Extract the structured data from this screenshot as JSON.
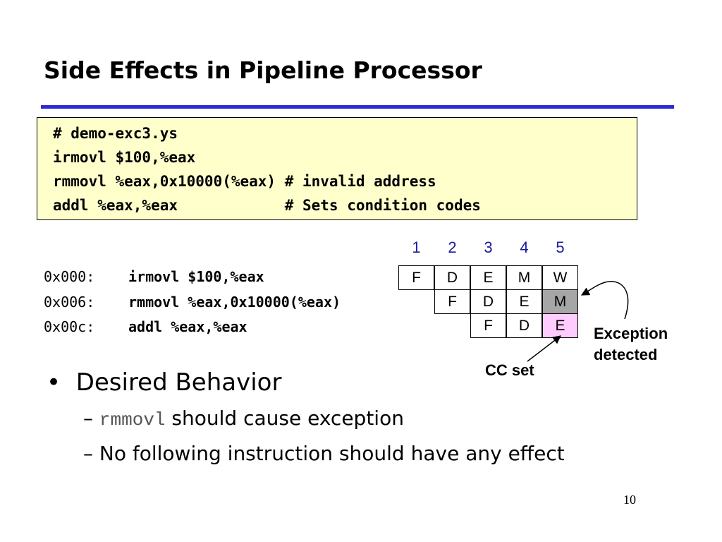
{
  "title": "Side Effects in Pipeline Processor",
  "code": [
    "# demo-exc3.ys",
    "irmovl $100,%eax",
    "rmmovl %eax,0x10000(%eax) # invalid address",
    "addl %eax,%eax            # Sets condition codes"
  ],
  "program": [
    {
      "addr": "0x000:",
      "instr": "irmovl $100,%eax"
    },
    {
      "addr": "0x006:",
      "instr": "rmmovl %eax,0x10000(%eax)"
    },
    {
      "addr": "0x00c:",
      "instr": "addl %eax,%eax"
    }
  ],
  "cycles": [
    "1",
    "2",
    "3",
    "4",
    "5"
  ],
  "pipeline": [
    {
      "stages": [
        "F",
        "D",
        "E",
        "M",
        "W"
      ],
      "start": 0
    },
    {
      "stages": [
        "F",
        "D",
        "E",
        "M"
      ],
      "start": 1
    },
    {
      "stages": [
        "F",
        "D",
        "E"
      ],
      "start": 2
    }
  ],
  "colors": {
    "title_rule": "#2b2bd0",
    "code_bg": "#ffffcc",
    "exception_cell": "#a6a6a6",
    "cc_cell": "#ffccff",
    "cycle_text": "#1a1aa0"
  },
  "callouts": {
    "exception_line1": "Exception",
    "exception_line2": "detected",
    "cc_set": "CC set"
  },
  "bullets": {
    "main": "Desired Behavior",
    "sub1_code": "rmmovl",
    "sub1_text": " should cause exception",
    "sub2": "No following instruction should have any effect",
    "dash": "–"
  },
  "page_number": "10"
}
